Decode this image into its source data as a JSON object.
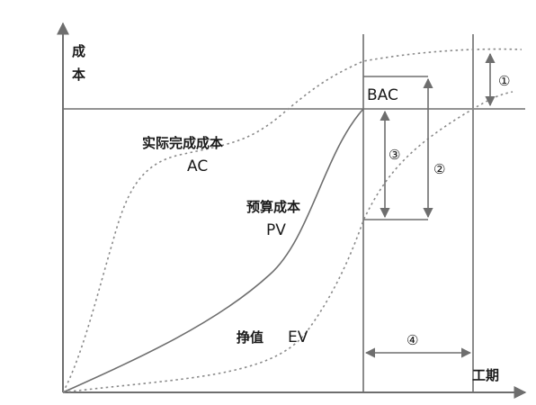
{
  "axes": {
    "y_label_line1": "成",
    "y_label_line2": "本",
    "x_label": "工期"
  },
  "labels": {
    "bac": "BAC",
    "ac_cn": "实际完成成本",
    "ac_en": "AC",
    "pv_cn": "预算成本",
    "pv_en": "PV",
    "ev_cn": "挣值",
    "ev_en": "EV"
  },
  "markers": {
    "m1": "①",
    "m2": "②",
    "m3": "③",
    "m4": "④"
  },
  "colors": {
    "line": "#6e6e6e",
    "text": "#1a1a1a"
  }
}
